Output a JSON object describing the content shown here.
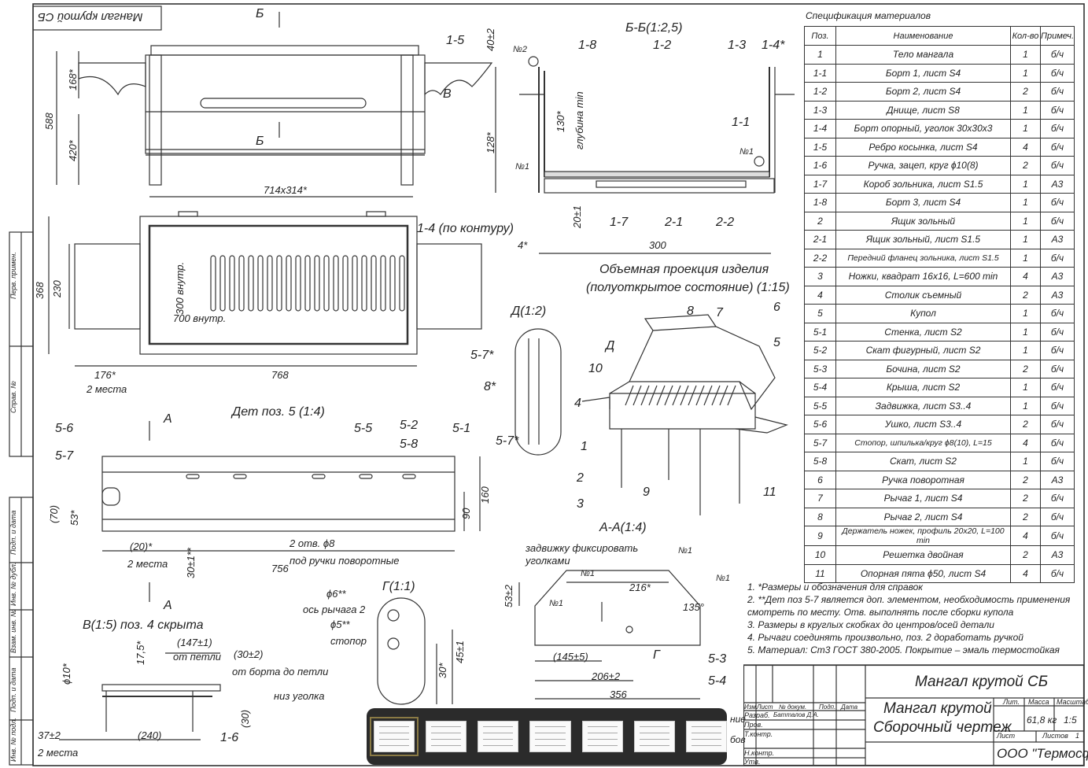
{
  "stamp_top": "Мангал крутой СБ",
  "views": {
    "front_b_mark": "Б",
    "front_b_mark2": "Б",
    "front_v": "В",
    "front_dims": {
      "d168": "168*",
      "d588": "588",
      "d420": "420*",
      "d714": "714x314*",
      "d40": "40±2"
    },
    "front_pos": {
      "p15": "1-5"
    },
    "plan_dims": {
      "d368": "368",
      "d230": "230",
      "d300": "300 внутр.",
      "d700": "700 внутр.",
      "d176": "176*",
      "d176n": "2 места",
      "d768": "768",
      "p14": "1-4 (по контуру)"
    },
    "bb": {
      "title": "Б-Б(1:2,5)",
      "n2": "№2",
      "n1a": "№1",
      "n1b": "№1",
      "p18": "1-8",
      "p12": "1-2",
      "p13": "1-3",
      "p14": "1-4*",
      "p11": "1-1",
      "p17": "1-7",
      "p21": "2-1",
      "p22": "2-2",
      "d130": "130*",
      "dmin": "глубина min",
      "d128": "128*",
      "d20": "20±1",
      "d300": "300",
      "d4": "4*"
    },
    "iso": {
      "title1": "Объемная проекция изделия",
      "title2": "(полуоткрытое состояние) (1:15)",
      "n8": "8",
      "n7": "7",
      "n6": "6",
      "n5": "5",
      "nD": "Д",
      "n10": "10",
      "n4": "4",
      "n1": "1",
      "n2": "2",
      "n3": "3",
      "n9": "9",
      "n11": "11"
    },
    "d": {
      "title": "Д(1:2)",
      "p57a": "5-7*",
      "p8": "8*",
      "p57b": "5-7*"
    },
    "det5": {
      "title": "Дет поз. 5 (1:4)",
      "a1": "А",
      "a2": "А",
      "p56": "5-6",
      "p57": "5-7",
      "p55": "5-5",
      "p52": "5-2",
      "p58": "5-8",
      "p51": "5-1",
      "d70": "(70)",
      "d53": "53*",
      "d20": "(20)*",
      "d20n": "2 места",
      "d30": "30±1**",
      "d756": "756",
      "d8": "2 отв. ϕ8",
      "d8n": "под ручки поворотные",
      "d90": "90",
      "d160": "160"
    },
    "aa": {
      "title": "А-А(1:4)",
      "note1": "задвижку фиксировать",
      "note2": "уголками",
      "n1a": "№1",
      "n1b": "№1",
      "n1c": "№1",
      "n1d": "№1",
      "d216": "216*",
      "d53": "53±2",
      "d135": "135°",
      "d145": "(145±5)",
      "d206": "206±2",
      "d356": "356",
      "g": "Г",
      "p53": "5-3",
      "p54": "5-4"
    },
    "g": {
      "title": "Г(1:1)",
      "d6": "ϕ6**",
      "d6n": "ось рычага 2",
      "d5": "ϕ5**",
      "d5n": "стопор",
      "d30": "30*",
      "d45": "45±1"
    },
    "v": {
      "title": "В(1:5) поз. 4 скрыта",
      "d147": "(147±1)",
      "d147n": "от петли",
      "d30": "(30±2)",
      "d30n": "от борта до петли",
      "d17": "17,5*",
      "d10": "ϕ10*",
      "d_ug": "низ уголка",
      "d30b": "(30)",
      "d37": "37±2",
      "d37n": "2 места",
      "d240": "(240)",
      "p16": "1-6"
    }
  },
  "spec": {
    "title": "Спецификация материалов",
    "headers": [
      "Поз.",
      "Наименование",
      "Кол-во",
      "Примеч."
    ],
    "rows": [
      [
        "1",
        "Тело мангала",
        "1",
        "б/ч"
      ],
      [
        "1-1",
        "Борт 1, лист S4",
        "1",
        "б/ч"
      ],
      [
        "1-2",
        "Борт 2, лист S4",
        "2",
        "б/ч"
      ],
      [
        "1-3",
        "Днище, лист S8",
        "1",
        "б/ч"
      ],
      [
        "1-4",
        "Борт опорный, уголок 30х30х3",
        "1",
        "б/ч"
      ],
      [
        "1-5",
        "Ребро косынка, лист S4",
        "4",
        "б/ч"
      ],
      [
        "1-6",
        "Ручка, зацеп, круг ϕ10(8)",
        "2",
        "б/ч"
      ],
      [
        "1-7",
        "Короб зольника, лист S1.5",
        "1",
        "А3"
      ],
      [
        "1-8",
        "Борт 3, лист S4",
        "1",
        "б/ч"
      ],
      [
        "2",
        "Ящик зольный",
        "1",
        "б/ч"
      ],
      [
        "2-1",
        "Ящик зольный, лист S1.5",
        "1",
        "А3"
      ],
      [
        "2-2",
        "Передний фланец зольника, лист S1.5",
        "1",
        "б/ч"
      ],
      [
        "3",
        "Ножки, квадрат 16х16, L=600 min",
        "4",
        "А3"
      ],
      [
        "4",
        "Столик съемный",
        "2",
        "А3"
      ],
      [
        "5",
        "Купол",
        "1",
        "б/ч"
      ],
      [
        "5-1",
        "Стенка, лист S2",
        "1",
        "б/ч"
      ],
      [
        "5-2",
        "Скат фигурный, лист S2",
        "1",
        "б/ч"
      ],
      [
        "5-3",
        "Бочина, лист S2",
        "2",
        "б/ч"
      ],
      [
        "5-4",
        "Крыша, лист S2",
        "1",
        "б/ч"
      ],
      [
        "5-5",
        "Задвижка, лист S3..4",
        "1",
        "б/ч"
      ],
      [
        "5-6",
        "Ушко, лист S3..4",
        "2",
        "б/ч"
      ],
      [
        "5-7",
        "Стопор, шпилька/круг ϕ8(10), L=15",
        "4",
        "б/ч"
      ],
      [
        "5-8",
        "Скат, лист S2",
        "1",
        "б/ч"
      ],
      [
        "6",
        "Ручка поворотная",
        "2",
        "А3"
      ],
      [
        "7",
        "Рычаг 1, лист S4",
        "2",
        "б/ч"
      ],
      [
        "8",
        "Рычаг 2, лист S4",
        "2",
        "б/ч"
      ],
      [
        "9",
        "Держатель ножек, профиль 20х20, L=100 min",
        "4",
        "б/ч"
      ],
      [
        "10",
        "Решетка двойная",
        "2",
        "А3"
      ],
      [
        "11",
        "Опорная пята ϕ50, лист S4",
        "4",
        "б/ч"
      ]
    ]
  },
  "notes": [
    "1. *Размеры и обозначения для справок",
    "2. **Дет поз 5-7 является доп. элементом, необходимость применения",
    "смотреть по месту. Отв. выполнять после сборки купола",
    "3. Размеры в круглых скобках до центров/осей детали",
    "4. Рычаги соединять произвольно, поз. 2 доработать ручкой",
    "5. Материал: Ст3 ГОСТ 380-2005. Покрытие – эмаль термостойкая"
  ],
  "title_block": {
    "designation": "Мангал крутой  СБ",
    "name1": "Мангал крутой",
    "name2": "Сборочный чертеж",
    "col_izm": "Изм.",
    "col_list": "Лист",
    "col_doc": "№ докум.",
    "col_podp": "Подп.",
    "col_date": "Дата",
    "razrab": "Разраб.",
    "razrab_name": "Батталов Д.А.",
    "prov": "Пров.",
    "tkontr": "Т.контр.",
    "nkontr": "Н.контр.",
    "utv": "Утв.",
    "lit": "Лит.",
    "massa": "Масса",
    "masshtab": "Масштаб",
    "mass_val": "61,8 кг",
    "scale_val": "1:5",
    "sheet": "Лист",
    "sheets": "Листов",
    "sheets_val": "1",
    "company": "ООО \"Термосфера\""
  },
  "side_stamps": [
    "Перв. примен.",
    "Справ. №",
    "Подп. и дата",
    "Инв. № дубл.",
    "Взам. инв. №",
    "Подп. и дата",
    "Инв. № подл."
  ],
  "thumbnails": {
    "count": 7,
    "selected": 1
  },
  "edge_text": {
    "a": "ние",
    "b": "бов"
  }
}
